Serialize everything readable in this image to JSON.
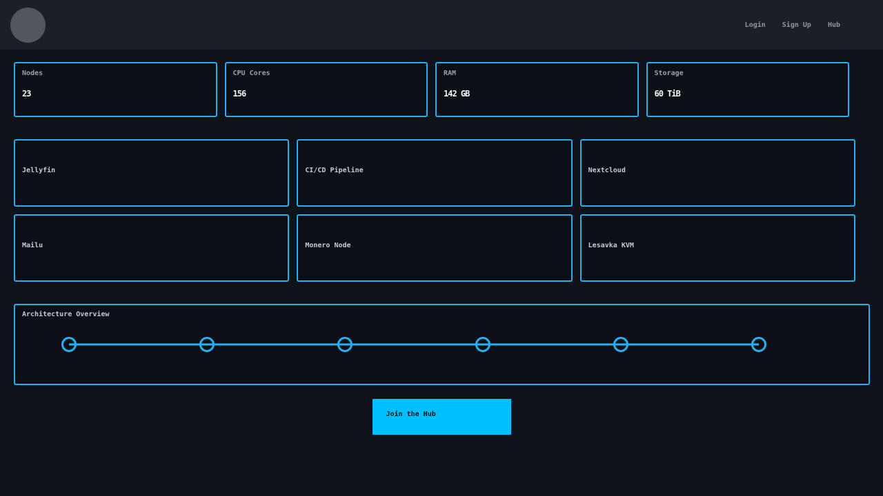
{
  "navbar": {
    "links": [
      {
        "label": "Login"
      },
      {
        "label": "Sign Up"
      },
      {
        "label": "Hub"
      }
    ]
  },
  "stats": [
    {
      "label": "Nodes",
      "value": "23"
    },
    {
      "label": "CPU Cores",
      "value": "156"
    },
    {
      "label": "RAM",
      "value": "142 GB"
    },
    {
      "label": "Storage",
      "value": "60 TiB"
    }
  ],
  "services": [
    {
      "title": "Jellyfin"
    },
    {
      "title": "CI/CD Pipeline"
    },
    {
      "title": "Nextcloud"
    },
    {
      "title": "Mailu"
    },
    {
      "title": "Monero Node"
    },
    {
      "title": "Lesavka KVM"
    }
  ],
  "architecture": {
    "title": "Architecture Overview",
    "node_count": 6
  },
  "cta": {
    "label": "Join the Hub"
  },
  "colors": {
    "accent": "#24b1ef",
    "page_bg": "#10121a",
    "navbar_bg": "#1d1f27",
    "card_bg": "#0d0f16",
    "button_bg": "#00bfff"
  }
}
